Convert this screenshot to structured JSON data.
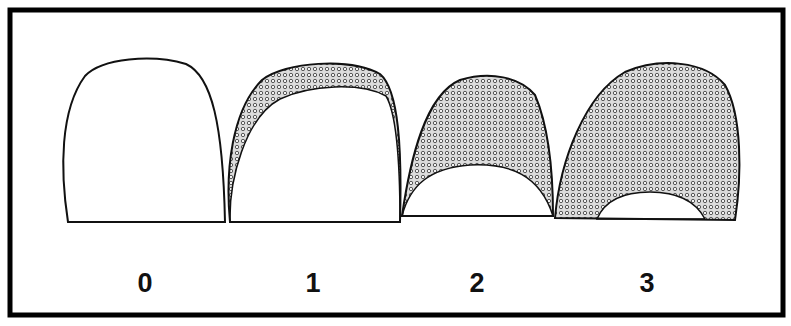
{
  "diagram": {
    "labels": [
      "0",
      "1",
      "2",
      "3"
    ]
  }
}
